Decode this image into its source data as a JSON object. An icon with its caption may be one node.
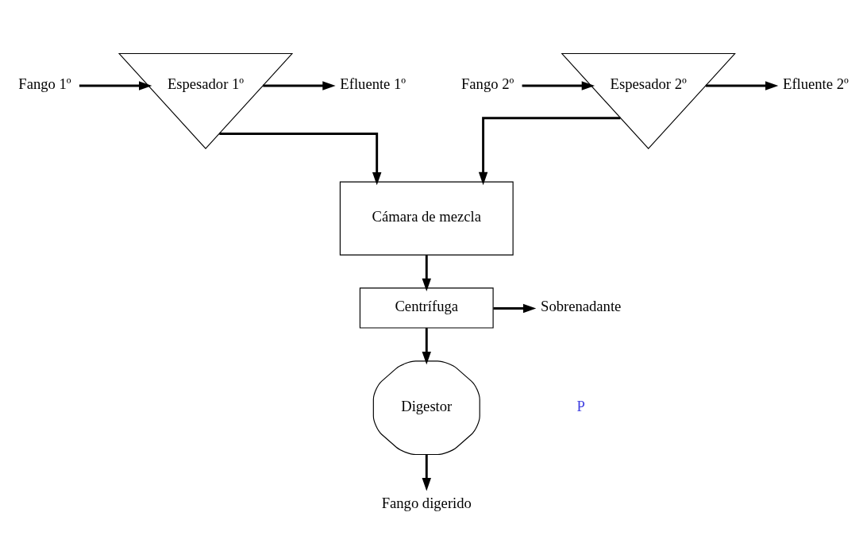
{
  "diagram": {
    "nodes": [
      {
        "text": [
          "Fango 1º"
        ]
      },
      {
        "text": [
          "Espesador 1º"
        ]
      },
      {
        "text": [
          "Efluente 1º"
        ]
      },
      {
        "text": [
          "Fango 2º"
        ]
      },
      {
        "text": [
          "Espesador 2º"
        ]
      },
      {
        "text": [
          "Efluente 2º"
        ]
      },
      {
        "text": [
          "Cámara de mezcla"
        ]
      },
      {
        "text": [
          "Centrífuga"
        ]
      },
      {
        "text": [
          "Sobrenadante"
        ]
      },
      {
        "text": [
          "Digestor"
        ]
      },
      {
        "text": [
          "Fango digerido"
        ]
      }
    ],
    "edges": [
      {
        "from": 0,
        "to": 1,
        "arrow": "to"
      },
      {
        "from": 1,
        "to": 2,
        "arrow": "to"
      },
      {
        "from": 3,
        "to": 4,
        "arrow": "to"
      },
      {
        "from": 4,
        "to": 5,
        "arrow": "to"
      },
      {
        "from": 1,
        "to": 6,
        "arrow": "to"
      },
      {
        "from": 4,
        "to": 6,
        "arrow": "to"
      },
      {
        "from": 6,
        "to": 7,
        "arrow": "to"
      },
      {
        "from": 7,
        "to": 8,
        "arrow": "to"
      },
      {
        "from": 7,
        "to": 9,
        "arrow": "to"
      },
      {
        "from": 9,
        "to": 10,
        "arrow": "to"
      }
    ],
    "labels": [
      "P"
    ]
  }
}
